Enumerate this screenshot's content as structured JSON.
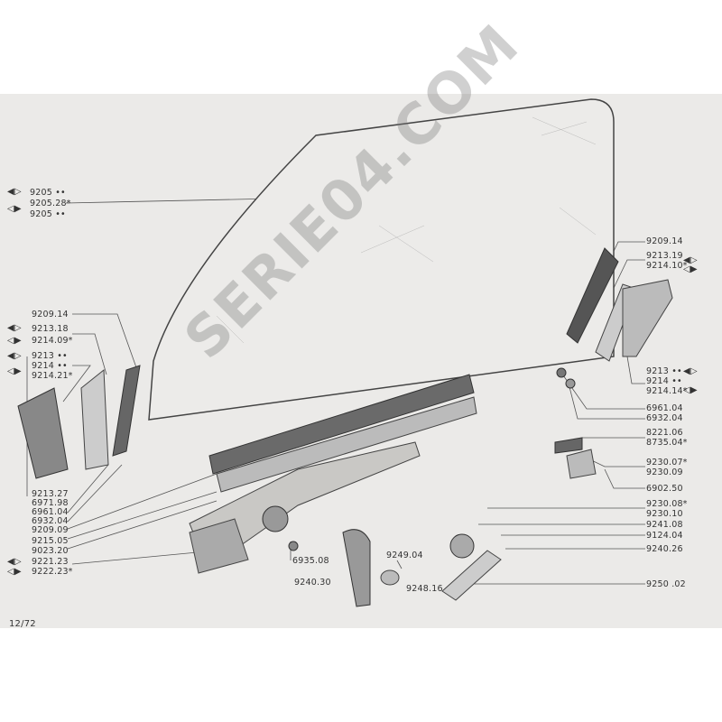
{
  "page_number": "12/72",
  "watermark": "SERIE04.COM",
  "labels_left": [
    "9205 ••",
    "9205.28*",
    "9205 ••",
    "9209.14",
    "9213.18",
    "9214.09*",
    "9213 ••",
    "9214 ••",
    "9214.21*",
    "9213.27",
    "6971.98",
    "6961.04",
    "6932.04",
    "9209.09",
    "9215.05",
    "9023.20",
    "9221.23",
    "9222.23*"
  ],
  "labels_right": [
    "9209.14",
    "9213.19",
    "9214.10*",
    "9213 ••",
    "9214 ••",
    "9214.14*",
    "6961.04",
    "6932.04",
    "8221.06",
    "8735.04*",
    "9230.07*",
    "9230.09",
    "6902.50",
    "9230.08*",
    "9230.10",
    "9241.08",
    "9124.04",
    "9240.26",
    "9250 .02"
  ],
  "labels_middle": [
    "6935.08",
    "9249.04",
    "9240.30",
    "9248.16"
  ]
}
